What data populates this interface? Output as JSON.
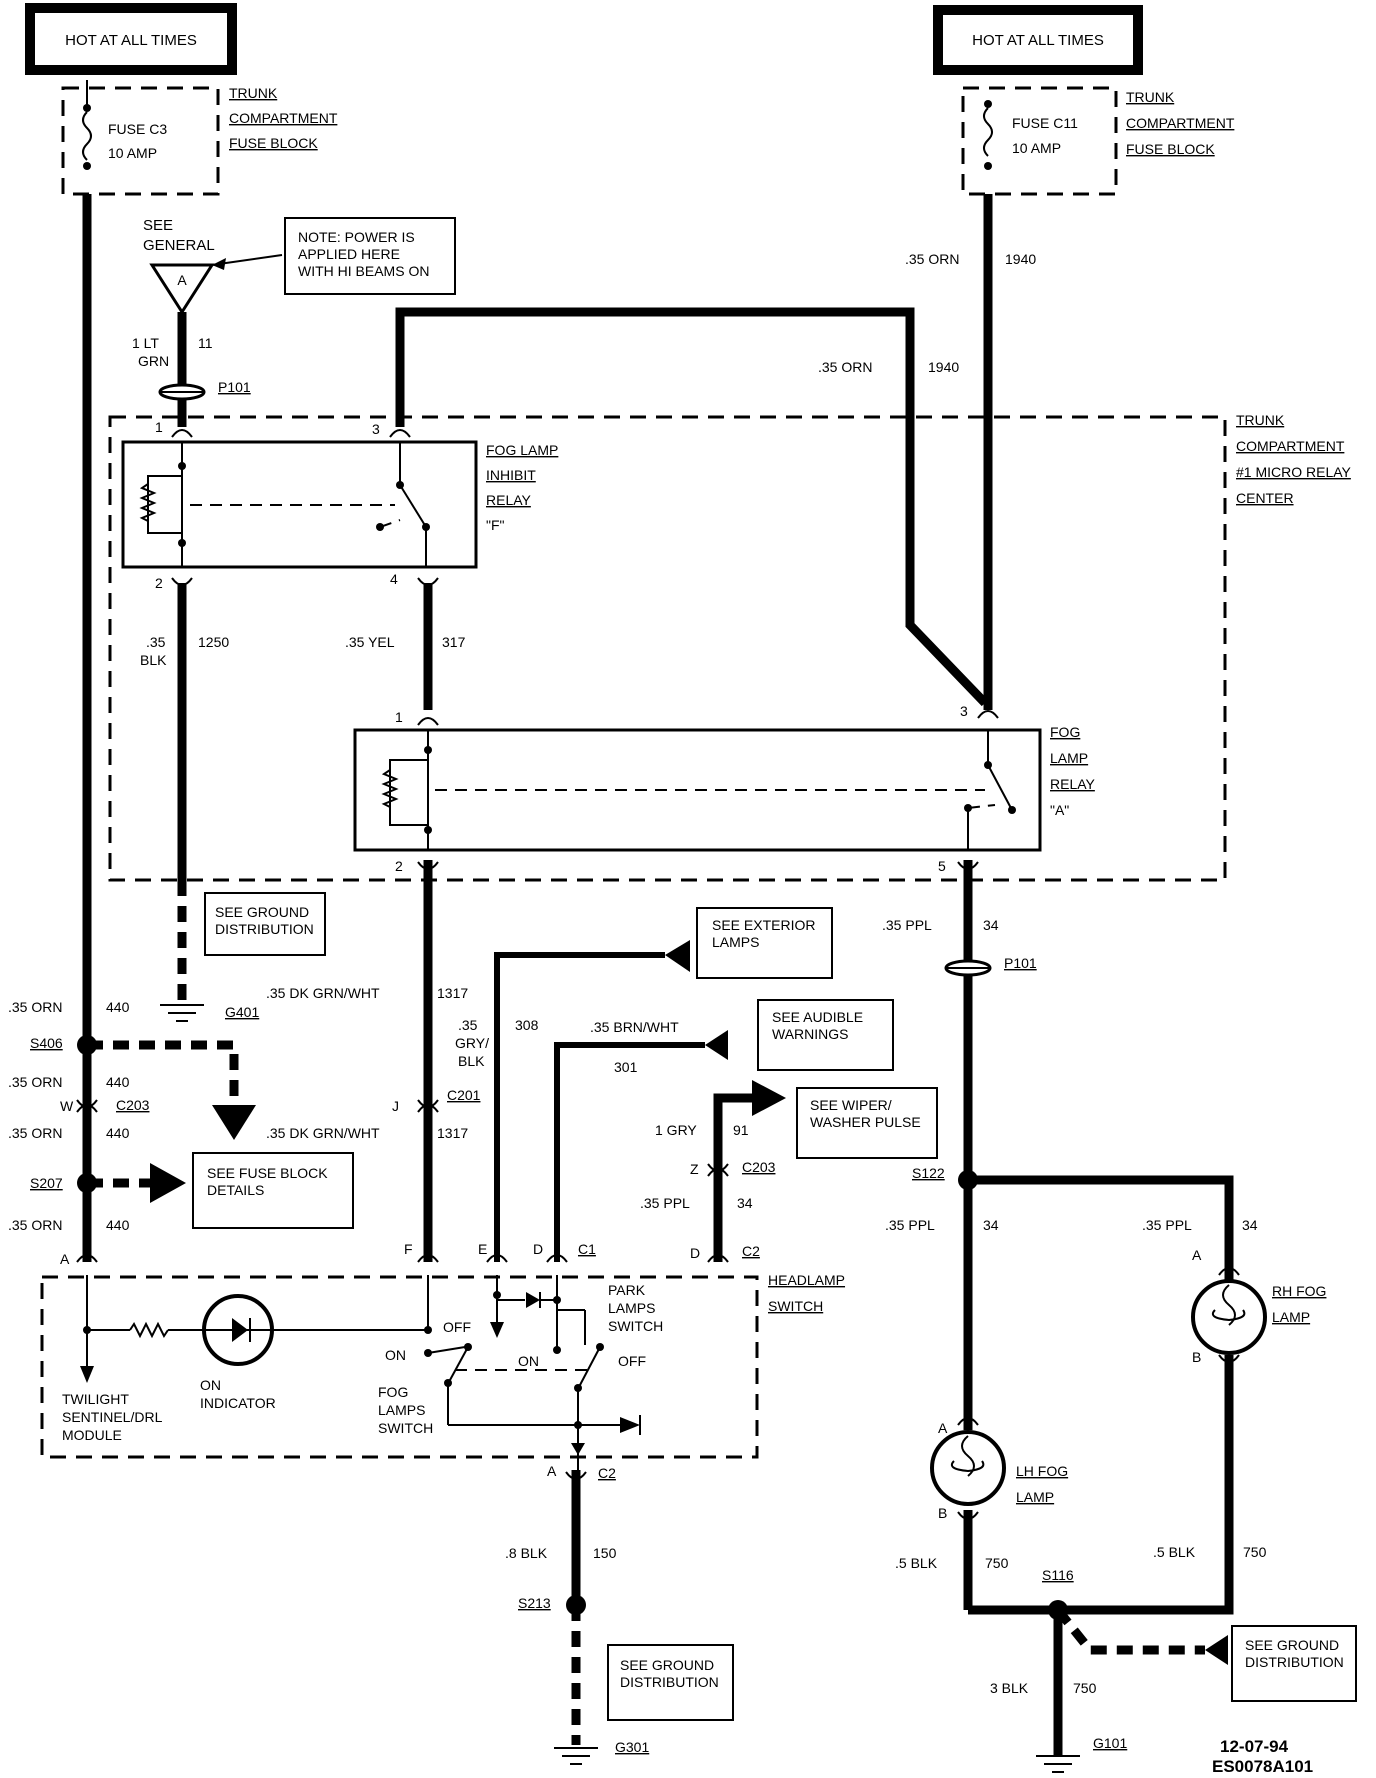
{
  "diagram": {
    "power_left": {
      "label": "HOT AT ALL TIMES"
    },
    "power_right": {
      "label": "HOT AT ALL TIMES"
    },
    "fuse_left": {
      "name": "FUSE C3",
      "rating": "10 AMP",
      "block": [
        "TRUNK",
        "COMPARTMENT",
        "FUSE BLOCK"
      ]
    },
    "fuse_right": {
      "name": "FUSE C11",
      "rating": "10 AMP",
      "block": [
        "TRUNK",
        "COMPARTMENT",
        "FUSE BLOCK"
      ]
    },
    "see_general": {
      "line1": "SEE",
      "line2": "GENERAL",
      "letter": "A"
    },
    "note": [
      "NOTE: POWER IS",
      "APPLIED HERE",
      "WITH HI BEAMS ON"
    ],
    "relay_center": [
      "TRUNK",
      "COMPARTMENT",
      "#1 MICRO RELAY",
      "CENTER"
    ],
    "inhibit_relay": [
      "FOG LAMP",
      "INHIBIT",
      "RELAY",
      "\"F\""
    ],
    "fog_relay": [
      "FOG",
      "LAMP",
      "RELAY",
      "\"A\""
    ],
    "headlamp_switch": [
      "HEADLAMP",
      "SWITCH"
    ],
    "park_switch": [
      "PARK",
      "LAMPS",
      "SWITCH"
    ],
    "fog_switch": [
      "FOG",
      "LAMPS",
      "SWITCH"
    ],
    "twilight": [
      "TWILIGHT",
      "SENTINEL/DRL",
      "MODULE"
    ],
    "on_indicator": [
      "ON",
      "INDICATOR"
    ],
    "switch_on_left": "ON",
    "switch_off_left": "OFF",
    "switch_on_right": "ON",
    "switch_off_right": "OFF",
    "ref_boxes": {
      "ground_dist_1": [
        "SEE GROUND",
        "DISTRIBUTION"
      ],
      "ground_dist_2": [
        "SEE GROUND",
        "DISTRIBUTION"
      ],
      "ground_dist_3": [
        "SEE GROUND",
        "DISTRIBUTION"
      ],
      "exterior": [
        "SEE EXTERIOR",
        "LAMPS"
      ],
      "audible": [
        "SEE AUDIBLE",
        "WARNINGS"
      ],
      "wiper": [
        "SEE WIPER/",
        "WASHER PULSE"
      ],
      "fuse_block": [
        "SEE FUSE BLOCK",
        "DETAILS"
      ]
    },
    "lamps": {
      "rh": [
        "RH FOG",
        "LAMP"
      ],
      "lh": [
        "LH FOG",
        "LAMP"
      ]
    },
    "wires": {
      "w1_gauge": "1 LT",
      "w1_color": "GRN",
      "w1_circuit": "11",
      "w_orn_top_gauge": ".35 ORN",
      "w_orn_top_circuit": "1940",
      "w_orn_mid_gauge": ".35 ORN",
      "w_orn_mid_circuit": "1940",
      "w_blk_gauge": ".35",
      "w_blk_color": "BLK",
      "w_blk_circuit": "1250",
      "w_yel_gauge": ".35 YEL",
      "w_yel_circuit": "317",
      "w_ppl_top_gauge": ".35 PPL",
      "w_ppl_top_circuit": "34",
      "w_orn_440_a_gauge": ".35 ORN",
      "w_orn_440_a_circuit": "440",
      "w_orn_440_b_gauge": ".35 ORN",
      "w_orn_440_b_circuit": "440",
      "w_orn_440_c_gauge": ".35 ORN",
      "w_orn_440_c_circuit": "440",
      "w_orn_440_d_gauge": ".35 ORN",
      "w_orn_440_d_circuit": "440",
      "w_dkgrn_a_gauge": ".35 DK GRN/WHT",
      "w_dkgrn_a_circuit": "1317",
      "w_dkgrn_b_gauge": ".35 DK GRN/WHT",
      "w_dkgrn_b_circuit": "1317",
      "w_gry_gauge": ".35",
      "w_gry_color1": "GRY/",
      "w_gry_color2": "BLK",
      "w_gry_circuit": "308",
      "w_brn_gauge": ".35 BRN/WHT",
      "w_brn_circuit": "301",
      "w_1gry_gauge": "1 GRY",
      "w_1gry_circuit": "91",
      "w_ppl_mid_gauge": ".35 PPL",
      "w_ppl_mid_circuit": "34",
      "w_ppl_s122_gauge": ".35 PPL",
      "w_ppl_s122_circuit": "34",
      "w_ppl_rh_gauge": ".35 PPL",
      "w_ppl_rh_circuit": "34",
      "w_8blk_gauge": ".8 BLK",
      "w_8blk_circuit": "150",
      "w_5blk_l_gauge": ".5 BLK",
      "w_5blk_l_circuit": "750",
      "w_5blk_r_gauge": ".5 BLK",
      "w_5blk_r_circuit": "750",
      "w_3blk_gauge": "3 BLK",
      "w_3blk_circuit": "750"
    },
    "connectors": {
      "p101_top": "P101",
      "p101_right": "P101",
      "c203_left": "C203",
      "c201": "C201",
      "c203_mid": "C203",
      "c2_right": "C2",
      "c2_bottom": "C2",
      "c1": "C1"
    },
    "splices": {
      "s406": "S406",
      "s207": "S207",
      "s122": "S122",
      "s213": "S213",
      "s116": "S116"
    },
    "grounds": {
      "g401": "G401",
      "g301": "G301",
      "g101": "G101"
    },
    "pins": {
      "inh_1": "1",
      "inh_3": "3",
      "inh_2": "2",
      "inh_4": "4",
      "fog_1": "1",
      "fog_3": "3",
      "fog_2": "2",
      "fog_5": "5",
      "sw_A": "A",
      "sw_F": "F",
      "sw_E": "E",
      "sw_D": "D",
      "sw_D2": "D",
      "sw_A_bot": "A",
      "c203_W": "W",
      "c201_J": "J",
      "c203_Z": "Z",
      "rh_A": "A",
      "rh_B": "B",
      "lh_A": "A",
      "lh_B": "B"
    },
    "footer": {
      "date": "12-07-94",
      "code": "ES0078A101"
    }
  }
}
